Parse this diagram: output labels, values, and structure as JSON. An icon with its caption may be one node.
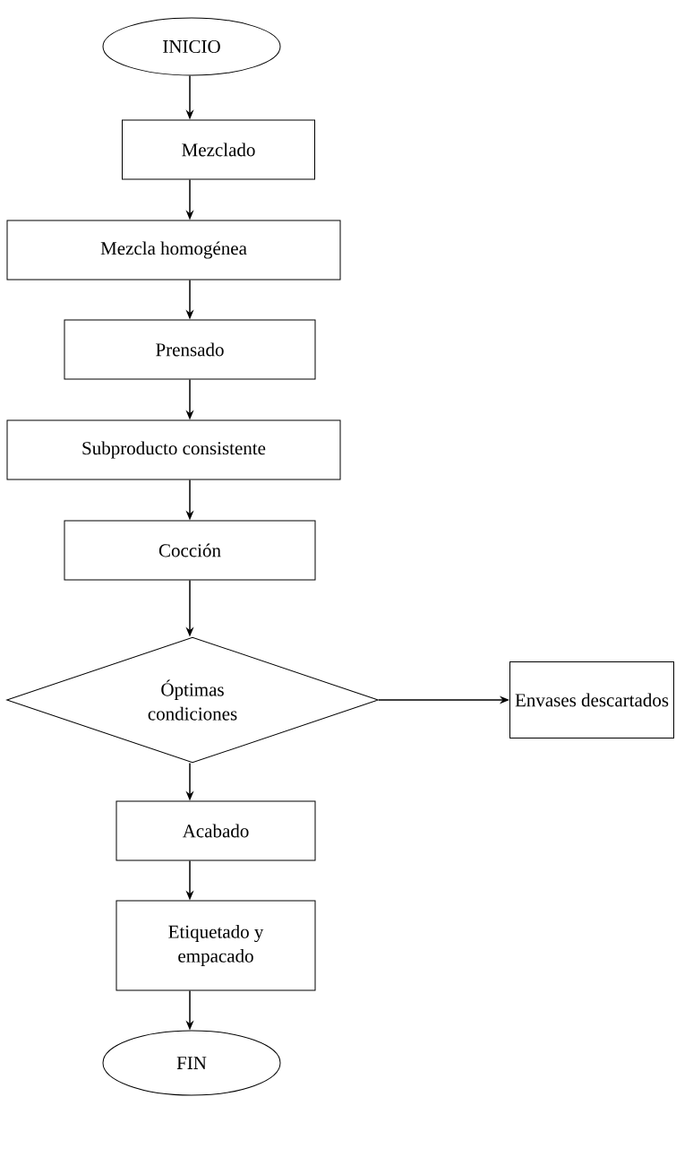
{
  "diagram": {
    "nodes": [
      {
        "text": [
          "INICIO"
        ]
      },
      {
        "text": [
          "Mezclado"
        ]
      },
      {
        "text": [
          "Mezcla homogénea"
        ]
      },
      {
        "text": [
          "Prensado"
        ]
      },
      {
        "text": [
          "Subproducto consistente"
        ]
      },
      {
        "text": [
          "Cocción"
        ]
      },
      {
        "text": [
          "Óptimas condiciones"
        ]
      },
      {
        "text": [
          "Envases descartados"
        ]
      },
      {
        "text": [
          "Acabado"
        ]
      },
      {
        "text": [
          "Etiquetado y empacado"
        ]
      },
      {
        "text": [
          "FIN"
        ]
      }
    ],
    "edges": [
      {
        "from": 0,
        "to": 1,
        "arrow": "to"
      },
      {
        "from": 1,
        "to": 2,
        "arrow": "to"
      },
      {
        "from": 2,
        "to": 3,
        "arrow": "to"
      },
      {
        "from": 3,
        "to": 4,
        "arrow": "to"
      },
      {
        "from": 4,
        "to": 5,
        "arrow": "to"
      },
      {
        "from": 5,
        "to": 6,
        "arrow": "to"
      },
      {
        "from": 6,
        "to": 7,
        "arrow": "to"
      },
      {
        "from": 6,
        "to": 8,
        "arrow": "to"
      },
      {
        "from": 8,
        "to": 9,
        "arrow": "to"
      },
      {
        "from": 9,
        "to": 10,
        "arrow": "to"
      }
    ]
  }
}
